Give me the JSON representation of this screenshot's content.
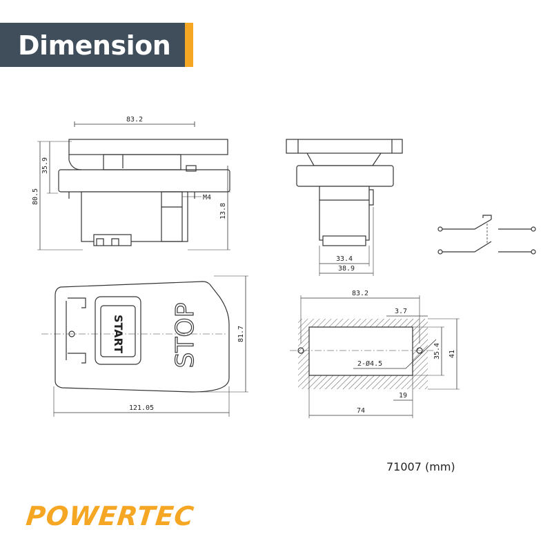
{
  "header": {
    "title": "Dimension"
  },
  "colors": {
    "header_bg": "#404d5b",
    "accent": "#f5a623",
    "line": "#333333"
  },
  "drawing": {
    "front_view": {
      "width": "83.2",
      "top_height": "35.9",
      "total_height": "80.5",
      "thread": "M4",
      "body_height": "13.8"
    },
    "side_view": {
      "inner_width": "33.4",
      "outer_width": "38.9"
    },
    "plan_view": {
      "width": "121.05",
      "height": "81.7",
      "start_label": "START",
      "stop_label": "STOP"
    },
    "cutout_view": {
      "width": "83.2",
      "offset": "3.7",
      "inner_height": "35.4",
      "outer_height": "41",
      "holes": "2-Ø4.5",
      "bottom_offset": "19",
      "bottom_width": "74"
    }
  },
  "caption": "71007 (mm)",
  "brand": {
    "logo_text": "POWERTEC",
    "logo_icon": "powertec-logo"
  }
}
